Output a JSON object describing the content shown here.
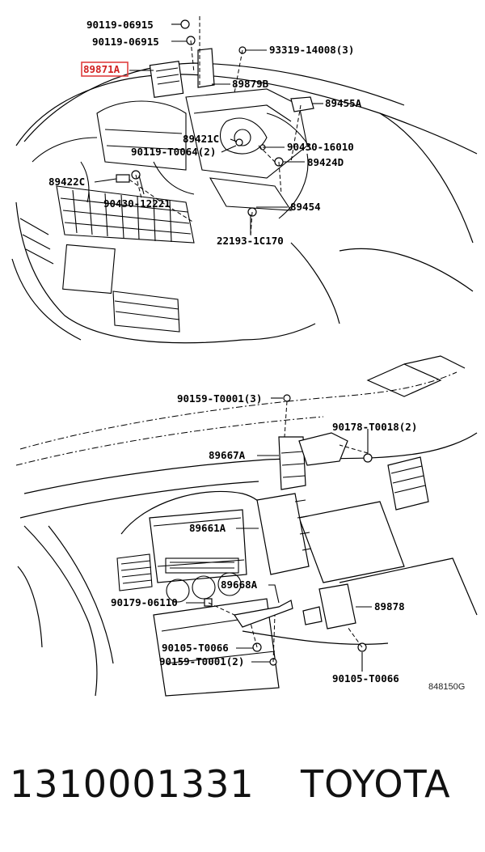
{
  "diagram": {
    "code": "848150G",
    "highlight_label": "89871A",
    "labels": [
      {
        "id": "l1",
        "text": "90119-06915"
      },
      {
        "id": "l2",
        "text": "90119-06915"
      },
      {
        "id": "l3",
        "text": "93319-14008(3)"
      },
      {
        "id": "l4",
        "text": "89879B"
      },
      {
        "id": "l5",
        "text": "89455A"
      },
      {
        "id": "l6",
        "text": "89421C"
      },
      {
        "id": "l7",
        "text": "90119-T0064(2)"
      },
      {
        "id": "l8",
        "text": "90430-16010"
      },
      {
        "id": "l9",
        "text": "89424D"
      },
      {
        "id": "l10",
        "text": "89422C"
      },
      {
        "id": "l11",
        "text": "90430-12221"
      },
      {
        "id": "l12",
        "text": "89454"
      },
      {
        "id": "l13",
        "text": "22193-1C170"
      },
      {
        "id": "l14",
        "text": "90159-T0001(3)"
      },
      {
        "id": "l15",
        "text": "90178-T0018(2)"
      },
      {
        "id": "l16",
        "text": "89667A"
      },
      {
        "id": "l17",
        "text": "89661A"
      },
      {
        "id": "l18",
        "text": "89668A"
      },
      {
        "id": "l19",
        "text": "90179-06110"
      },
      {
        "id": "l20",
        "text": "89878"
      },
      {
        "id": "l21",
        "text": "90105-T0066"
      },
      {
        "id": "l22",
        "text": "90159-T0001(2)"
      },
      {
        "id": "l23",
        "text": "90105-T0066"
      }
    ]
  },
  "footer": {
    "part_number": "1310001331",
    "brand": "TOYOTA"
  }
}
